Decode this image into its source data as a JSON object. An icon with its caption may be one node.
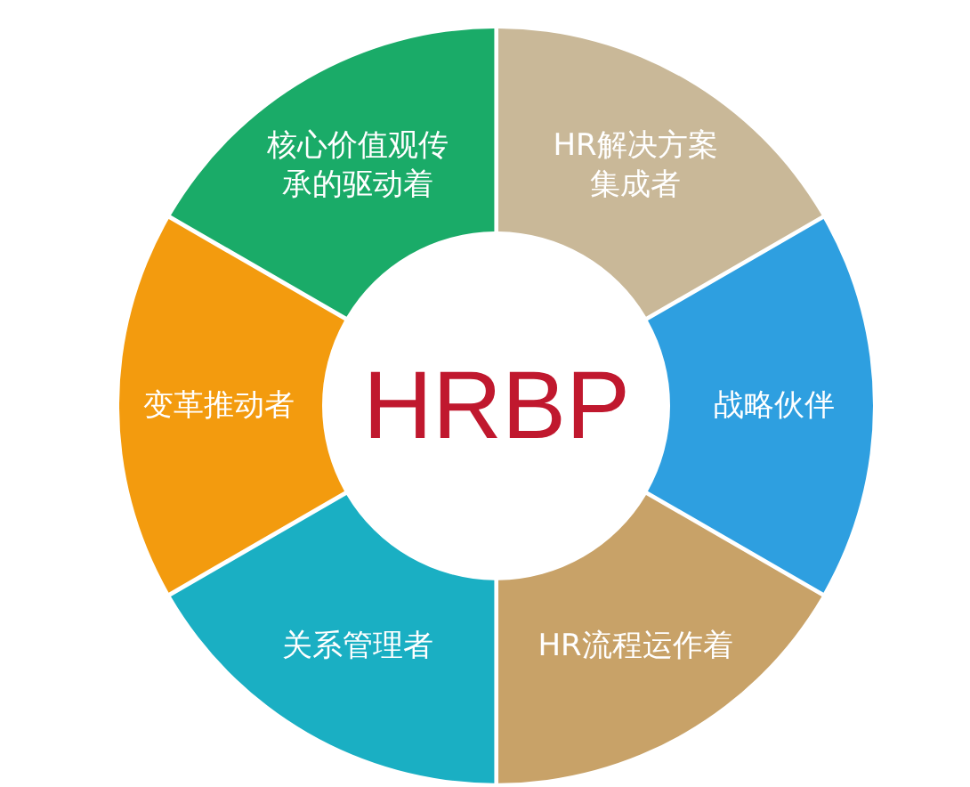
{
  "diagram": {
    "nodes": [
      {
        "text": [
          "核心价值观传承的驱动着"
        ]
      },
      {
        "text": [
          "HR解决方案集成者"
        ]
      },
      {
        "text": [
          "变革推动者"
        ]
      },
      {
        "text": [
          "HRBP"
        ]
      },
      {
        "text": [
          "战略伙伴"
        ]
      },
      {
        "text": [
          "关系管理者"
        ]
      },
      {
        "text": [
          "HR流程运作着"
        ]
      }
    ],
    "edges": []
  }
}
